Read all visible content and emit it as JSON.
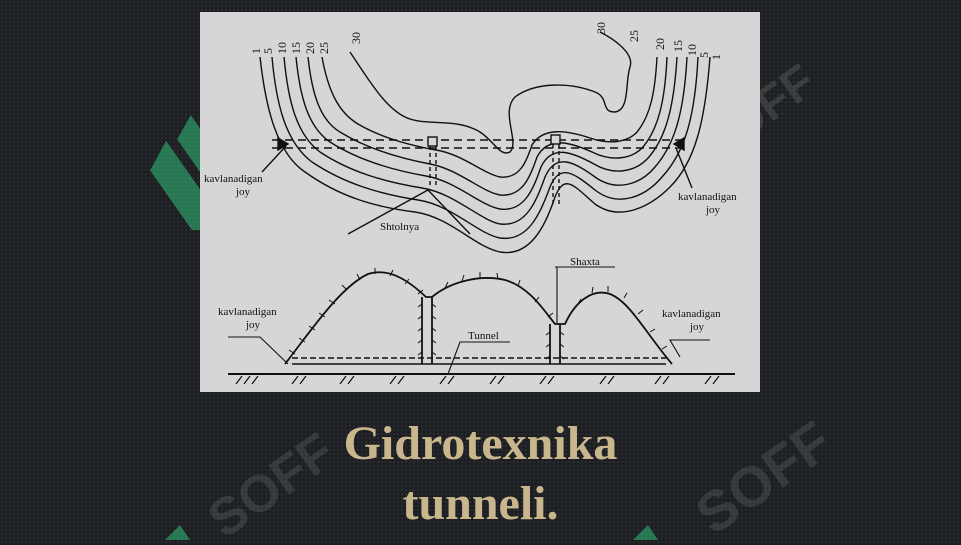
{
  "slide": {
    "title_line1": "Gidrotexnika",
    "title_line2": "tunneli."
  },
  "watermark": {
    "text": "SOFF",
    "accent_color": "#2fbf7a"
  },
  "plan_view": {
    "contour_labels_left": [
      "1",
      "5",
      "10",
      "15",
      "20",
      "25",
      "30"
    ],
    "contour_labels_right": [
      "30",
      "25",
      "20",
      "15",
      "10",
      "5",
      "1"
    ],
    "label_left_line1": "kavlanadigan",
    "label_left_line2": "joy",
    "label_right_line1": "kavlanadigan",
    "label_right_line2": "joy",
    "label_shtolnya": "Shtolnya"
  },
  "section_view": {
    "label_shaxta": "Shaxta",
    "label_tunnel": "Tunnel",
    "label_left_line1": "kavlanadigan",
    "label_left_line2": "joy",
    "label_right_line1": "kavlanadigan",
    "label_right_line2": "joy"
  },
  "colors": {
    "background": "#1d1f22",
    "figure_background": "#d6d6d6",
    "title": "#c8b78c"
  }
}
